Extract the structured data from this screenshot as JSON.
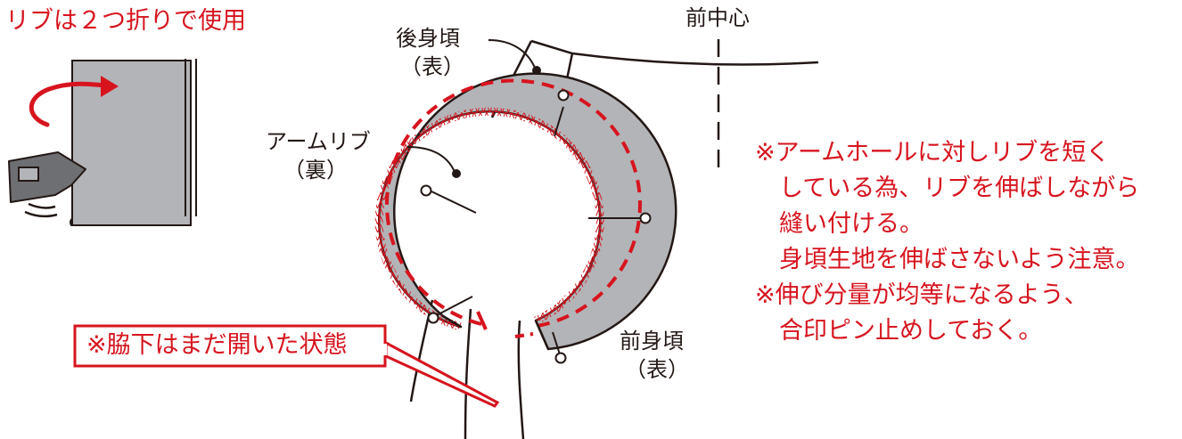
{
  "title": "リブは２つ折りで使用",
  "labels": {
    "back_body": "後身頃",
    "back_body_side": "（表）",
    "front_center": "前中心",
    "arm_rib": "アームリブ",
    "arm_rib_side": "（裏）",
    "front_body": "前身頃",
    "front_body_side": "（表）"
  },
  "notes": [
    "※アームホールに対しリブを短く",
    "　している為、リブを伸ばしながら",
    "　縫い付ける。",
    "　身頃生地を伸ばさないよう注意。",
    "※伸び分量が均等になるよう、",
    "　合印ピン止めしておく。"
  ],
  "callout": "※脇下はまだ開いた状態",
  "colors": {
    "accent_red": "#d7141e",
    "rib_gray": "#b3b4b7",
    "line_black": "#231815"
  },
  "icons": [
    "fold-arrow-icon",
    "iron-icon",
    "steam-icon"
  ]
}
